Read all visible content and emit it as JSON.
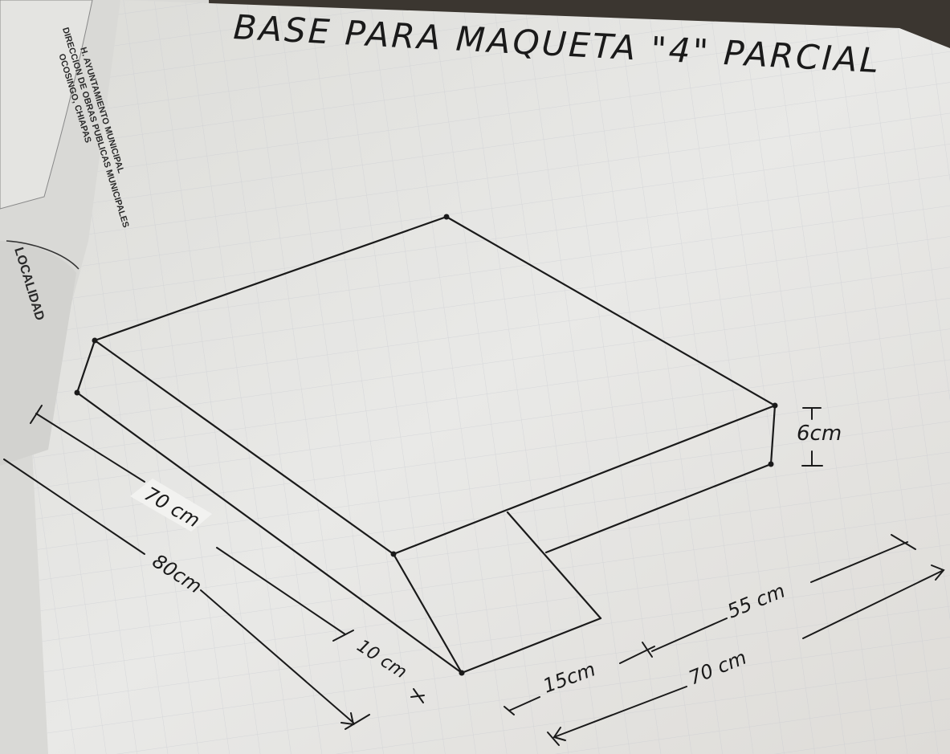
{
  "drawing": {
    "title": "BASE PARA MAQUETA \"4\" PARCIAL",
    "dims": {
      "height": "6cm",
      "length_inner": "70 cm",
      "length_outer": "80cm",
      "ramp_length": "10 cm",
      "ramp_width": "15cm",
      "width_inner": "55 cm",
      "width_outer": "70 cm"
    }
  },
  "form": {
    "line1": "H. AYUNTAMIENTO MUNICIPAL",
    "line2": "DIRECCION DE OBRAS PUBLICAS MUNICIPALES",
    "line3": "OCOSINGO, CHIAPAS",
    "localidad": "LOCALIDAD"
  },
  "colors": {
    "paper": "#e6e6e4",
    "ink": "#1a1a1a",
    "grid": "#c9cbd0",
    "desk": "#3a3631"
  }
}
